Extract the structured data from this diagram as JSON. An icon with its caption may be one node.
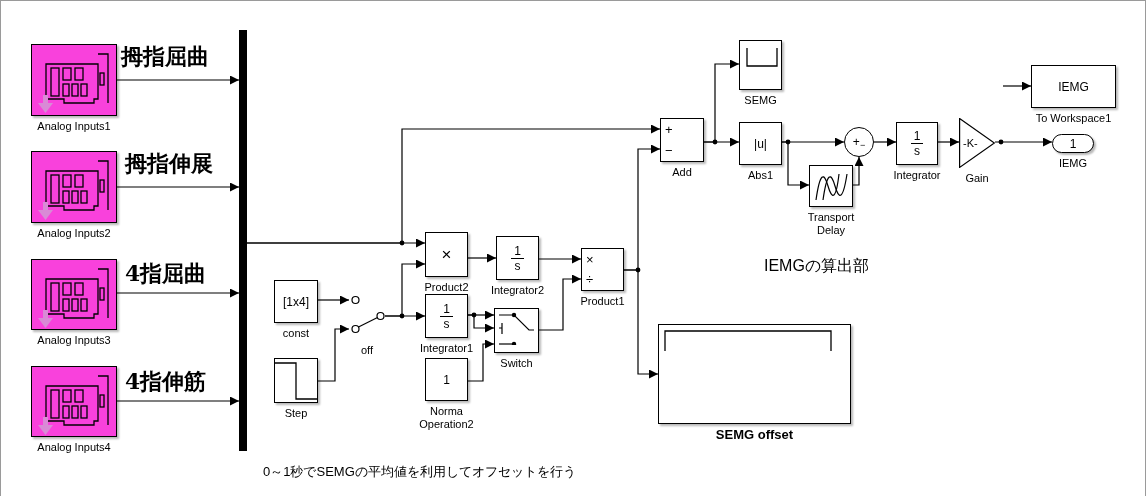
{
  "diagram": {
    "nodes": [
      {
        "text": [],
        "shape": "box",
        "beside": [
          "Analog Inputs1"
        ]
      },
      {
        "text": [],
        "shape": "box",
        "beside": [
          "Analog Inputs2"
        ]
      },
      {
        "text": [],
        "shape": "box",
        "beside": [
          "Analog Inputs3"
        ]
      },
      {
        "text": [],
        "shape": "box",
        "beside": [
          "Analog Inputs4"
        ]
      },
      {
        "text": [],
        "shape": "bar"
      },
      {
        "text": [],
        "shape": "box",
        "beside": [
          "SEMG"
        ]
      },
      {
        "text": [
          "+",
          "−"
        ],
        "beside": [
          "Add"
        ]
      },
      {
        "text": [
          "|u|"
        ],
        "beside": [
          "Abs1"
        ]
      },
      {
        "text": [],
        "shape": "box",
        "beside": [
          "Transport Delay"
        ]
      },
      {
        "text": [
          "+$_{−}$"
        ]
      },
      {
        "text": [
          "1",
          "s"
        ],
        "beside": [
          "Integrator"
        ]
      },
      {
        "text": [
          "-K-"
        ],
        "beside": [
          "Gain"
        ]
      },
      {
        "text": [
          "IEMG"
        ],
        "beside": [
          "To Workspace1"
        ]
      },
      {
        "text": [
          "1"
        ],
        "beside": [
          "IEMG"
        ]
      },
      {
        "text": [
          "[1x4]"
        ],
        "beside": [
          "const"
        ]
      },
      {
        "text": [],
        "shape": "box",
        "beside": [
          "Step"
        ]
      },
      {
        "text": [],
        "shape": "picture",
        "beside": [
          "off"
        ]
      },
      {
        "text": [
          "×"
        ],
        "beside": [
          "Product2"
        ]
      },
      {
        "text": [
          "1",
          "s"
        ],
        "beside": [
          "Integrator1"
        ]
      },
      {
        "text": [
          "1",
          "s"
        ],
        "beside": [
          "Integrator2"
        ]
      },
      {
        "text": [],
        "shape": "box",
        "beside": [
          "Switch"
        ]
      },
      {
        "text": [
          "1"
        ],
        "beside": [
          "Norma Operation2"
        ]
      },
      {
        "text": [
          "×",
          "÷"
        ],
        "beside": [
          "Product1"
        ]
      },
      {
        "text": [],
        "shape": "box",
        "beside": [
          "SEMG offset"
        ]
      }
    ],
    "edges": [
      {
        "from": 0,
        "to": 4,
        "arrow": "to",
        "label": "拇指屈曲"
      },
      {
        "from": 1,
        "to": 4,
        "arrow": "to",
        "label": "拇指伸展"
      },
      {
        "from": 2,
        "to": 4,
        "arrow": "to",
        "label": "4指屈曲"
      },
      {
        "from": 3,
        "to": 4,
        "arrow": "to",
        "label": "4指伸筋"
      },
      {
        "from": 4,
        "to": 17,
        "arrow": "to"
      },
      {
        "from": 4,
        "to": 6,
        "arrow": "to"
      },
      {
        "from": 14,
        "to": 16,
        "arrow": "to"
      },
      {
        "from": 15,
        "to": 16,
        "arrow": "to"
      },
      {
        "from": 16,
        "to": 18,
        "arrow": "to"
      },
      {
        "from": 16,
        "to": 17,
        "arrow": "to"
      },
      {
        "from": 17,
        "to": 19,
        "arrow": "to"
      },
      {
        "from": 19,
        "to": 22,
        "arrow": "to"
      },
      {
        "from": 18,
        "to": 20,
        "arrow": "to"
      },
      {
        "from": 18,
        "to": 20,
        "arrow": "to"
      },
      {
        "from": 21,
        "to": 20,
        "arrow": "to"
      },
      {
        "from": 20,
        "to": 22,
        "arrow": "to"
      },
      {
        "from": 22,
        "to": 6,
        "arrow": "to"
      },
      {
        "from": 22,
        "to": 23,
        "arrow": "to"
      },
      {
        "from": 6,
        "to": 5,
        "arrow": "to"
      },
      {
        "from": 6,
        "to": 7,
        "arrow": "to"
      },
      {
        "from": 7,
        "to": 9,
        "arrow": "to"
      },
      {
        "from": 7,
        "to": 8,
        "arrow": "to"
      },
      {
        "from": 8,
        "to": 9,
        "arrow": "to"
      },
      {
        "from": 9,
        "to": 10,
        "arrow": "to"
      },
      {
        "from": 10,
        "to": 11,
        "arrow": "to"
      },
      {
        "from": 11,
        "to": 13,
        "arrow": "to"
      },
      {
        "from": null,
        "to": 12,
        "arrow": "to"
      }
    ],
    "labels": [
      "IEMGの算出部",
      "0～1秒でSEMGの平均値を利用してオフセットを行う"
    ]
  }
}
